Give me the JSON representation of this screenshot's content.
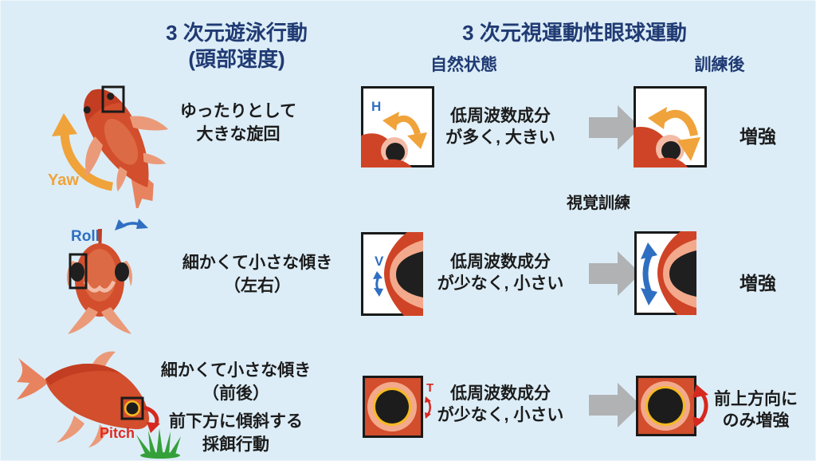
{
  "titles": {
    "left1": "3 次元遊泳行動",
    "left2": "(頭部速度)",
    "right": "3 次元視運動性眼球運動",
    "natural": "自然状態",
    "trained": "訓練後",
    "training": "視覚訓練"
  },
  "rows": [
    {
      "axis": "Yaw",
      "eye_axis": "H",
      "desc1": "ゆったりとして",
      "desc2": "大きな旋回",
      "mid1": "低周波数成分",
      "mid2": "が多く, 大きい",
      "result1": "増強"
    },
    {
      "axis": "Roll",
      "eye_axis": "V",
      "desc1": "細かくて小さな傾き",
      "desc2": "（左右）",
      "mid1": "低周波数成分",
      "mid2": "が少なく, 小さい",
      "result1": "増強"
    },
    {
      "axis": "Pitch",
      "eye_axis": "T",
      "desc1": "細かくて小さな傾き",
      "desc2": "（前後）",
      "desc3": "前下方に傾斜する",
      "desc4": "採餌行動",
      "mid1": "低周波数成分",
      "mid2": "が少なく, 小さい",
      "result1": "前上方向に",
      "result2": "のみ増強"
    }
  ],
  "colors": {
    "background": "#dcedf7",
    "title_navy": "#203a73",
    "text_black": "#1c1c1c",
    "fish_orange": "#d24e2c",
    "fish_dark": "#c23d22",
    "fin_salmon": "#eb9a79",
    "eyelid_pink": "#f3bba6",
    "yaw_yellow": "#f0a33a",
    "roll_blue": "#2f6fc1",
    "pitch_red": "#d6281e",
    "arrow_gray": "#b0b2b4",
    "iris_yellow": "#f5b921",
    "grass_green": "#35a03a"
  }
}
